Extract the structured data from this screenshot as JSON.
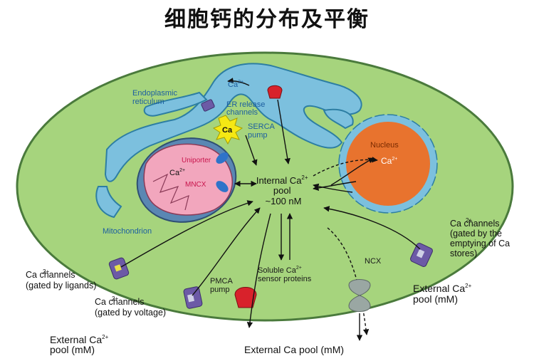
{
  "title": "细胞钙的分布及平衡",
  "labels": {
    "er": [
      "Endoplasmic",
      "reticulum"
    ],
    "er_ca": "Ca",
    "er_release": [
      "ER release",
      "channels"
    ],
    "serca": [
      "SERCA",
      "pump"
    ],
    "serca_ca": "Ca",
    "uniporter": "Uniporter",
    "mito_ca": "Ca",
    "mncx": "MNCX",
    "mitochondrion": "Mitochondrion",
    "nucleus": "Nucleus",
    "nucleus_ca": "Ca",
    "internal_pool": [
      "Internal Ca",
      "pool",
      "~100 nM"
    ],
    "ca_superscript": "2+",
    "soluble": [
      "Soluble Ca",
      "sensor proteins"
    ],
    "ncx": "NCX",
    "pmca": [
      "PMCA",
      "pump"
    ],
    "ligand_channels": [
      "Ca   channels",
      "(gated by ligands)"
    ],
    "voltage_channels": [
      "Ca   channels",
      "(gated by voltage)"
    ],
    "store_channels": [
      "Ca  channels",
      "(gated by the",
      "emptying of Ca",
      "stores)"
    ],
    "ext_left": [
      "External Ca",
      "pool (mM)"
    ],
    "ext_right": [
      "External Ca",
      "pool (mM)"
    ],
    "ext_bottom": "External Ca   pool (mM)"
  },
  "colors": {
    "cell": "#a6d47d",
    "cell_border": "#4a7a3c",
    "er": "#7cc0de",
    "er_border": "#2d7ea3",
    "mito_outer": "#5a87b3",
    "mito_inner": "#f2a6bd",
    "nucleus": "#e8732e",
    "channel": "#6c5aa6",
    "pmca": "#d8222b",
    "ncx": "#9aa7a3"
  }
}
